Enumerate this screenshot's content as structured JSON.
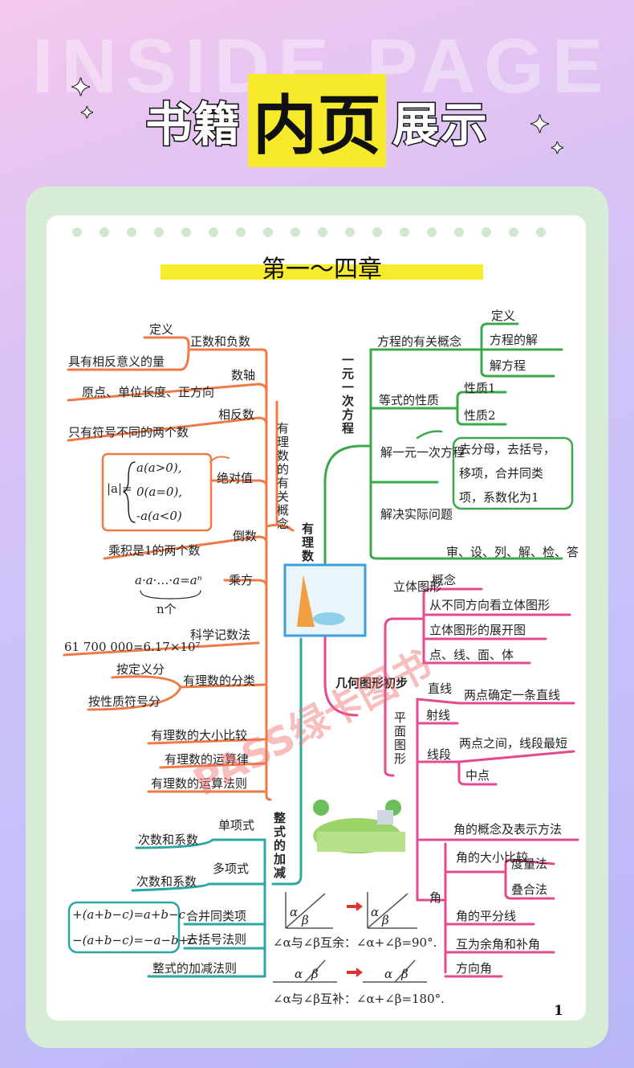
{
  "header": {
    "bg_word": "INSIDE PAGE",
    "title_part1": "书籍",
    "title_part2": "内页",
    "title_part3": "展示"
  },
  "page": {
    "chapter_title": "第一～四章",
    "page_number": "1",
    "watermark": "PASS绿卡图书"
  },
  "colors": {
    "orange": "#ef7a45",
    "green": "#3ca84a",
    "pink": "#e34a8f",
    "teal": "#2aa7a0",
    "accent_yellow": "#f7ec2c"
  },
  "center": {
    "rational": "有理数",
    "rational_concepts": "有理数的有关概念"
  },
  "left_rational": {
    "positive_negative": "正数和负数",
    "definition": "定义",
    "opposite_meaning": "具有相反意义的量",
    "number_line": "数轴",
    "origin_unit_dir": "原点、单位长度、正方向",
    "opposite_number": "相反数",
    "opposite_desc": "只有符号不同的两个数",
    "abs_value": "绝对值",
    "abs_case1": "a(a>0),",
    "abs_case2": "0(a=0),",
    "abs_case3": "-a(a<0)",
    "abs_lhs": "|a|=",
    "reciprocal": "倒数",
    "reciprocal_desc": "乘积是1的两个数",
    "power": "乘方",
    "power_formula": "a·a·…·a=aⁿ",
    "power_count": "n个",
    "sci_notation": "科学记数法",
    "sci_example": "61 700 000=6.17×10⁷",
    "classification": "有理数的分类",
    "by_definition": "按定义分",
    "by_sign": "按性质符号分",
    "compare": "有理数的大小比较",
    "laws": "有理数的运算律",
    "rules": "有理数的运算法则"
  },
  "left_poly": {
    "main": "整式的加减",
    "monomial": "单项式",
    "mono_desc": "次数和系数",
    "polynomial": "多项式",
    "poly_desc": "次数和系数",
    "combine": "合并同类项",
    "remove_brackets": "去括号法则",
    "rule1": "+(a+b−c)=a+b−c",
    "rule2": "−(a+b−c)=−a−b+c",
    "add_sub_rule": "整式的加减法则"
  },
  "right_equation": {
    "main": "一元一次方程",
    "concepts": "方程的有关概念",
    "definition": "定义",
    "solution": "方程的解",
    "solve": "解方程",
    "properties": "等式的性质",
    "prop1": "性质1",
    "prop2": "性质2",
    "solve_linear": "解一元一次方程",
    "steps_line1": "去分母，去括号，",
    "steps_line2": "移项，合并同类",
    "steps_line3": "项，系数化为1",
    "practical": "解决实际问题",
    "practical_steps": "审、设、列、解、检、答"
  },
  "right_geometry": {
    "main": "几何图形初步",
    "solid": "立体图形",
    "concept": "概念",
    "views": "从不同方向看立体图形",
    "nets": "立体图形的展开图",
    "pld": "点、线、面、体",
    "plane": "平面图形",
    "line": "直线",
    "line_desc": "两点确定一条直线",
    "ray": "射线",
    "segment": "线段",
    "segment_desc": "两点之间，线段最短",
    "midpoint": "中点",
    "angle": "角",
    "angle_concept": "角的概念及表示方法",
    "angle_compare": "角的大小比较",
    "measure": "度量法",
    "overlap": "叠合法",
    "bisector": "角的平分线",
    "comp_supp": "互为余角和补角",
    "direction": "方向角",
    "comp_formula": "∠α与∠β互余：∠α+∠β=90°.",
    "supp_formula": "∠α与∠β互补：∠α+∠β=180°.",
    "alpha": "α",
    "beta": "β"
  }
}
